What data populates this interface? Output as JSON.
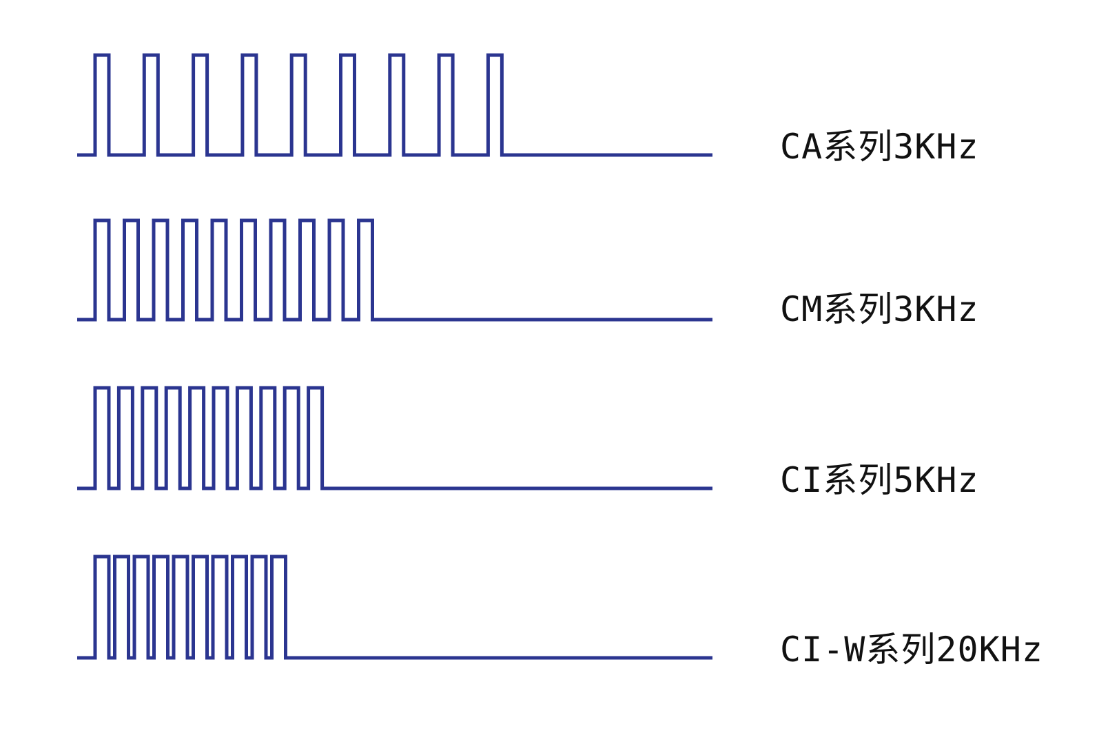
{
  "colors": {
    "waveform": "#2b3590",
    "background": "#ffffff",
    "label": "#111111"
  },
  "series": [
    {
      "label": "CA系列3KHz",
      "pulse_count": 9
    },
    {
      "label": "CM系列3KHz",
      "pulse_count": 10
    },
    {
      "label": "CI系列5KHz",
      "pulse_count": 10
    },
    {
      "label": "CI-W系列20KHz",
      "pulse_count": 10
    }
  ]
}
